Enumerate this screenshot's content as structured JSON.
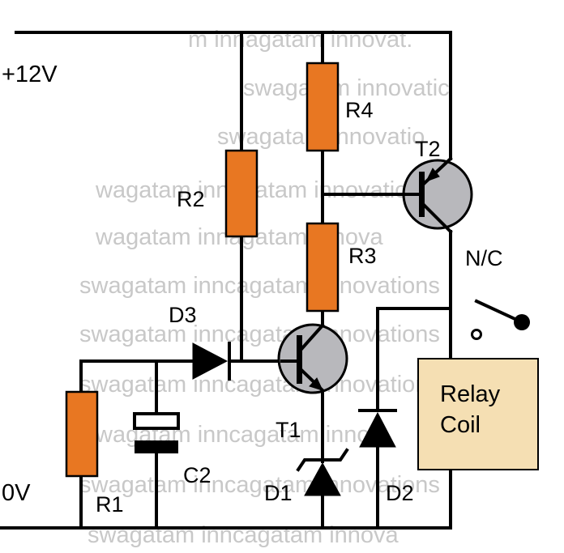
{
  "rails": {
    "positive": "+12V",
    "ground": "0V"
  },
  "components": {
    "r1": "R1",
    "r2": "R2",
    "r3": "R3",
    "r4": "R4",
    "c2": "C2",
    "d1": "D1",
    "d2": "D2",
    "d3": "D3",
    "t1": "T1",
    "t2": "T2",
    "contact": "N/C",
    "relay_line1": "Relay",
    "relay_line2": "Coil"
  },
  "watermarks": [
    "m innagatam innovat.",
    "swagatam innovatic",
    "swagatam innovatio",
    "wagatam innagatam innovatio",
    "wagatam innagatam innova",
    "swagatam inncagatam innovations",
    "swagatam inncagatam innovations",
    "swagatam inncagatam innovations",
    "wagatam inncagatam inno",
    "swagatam inncagatam innovations",
    "swagatam inncagatam innova"
  ],
  "colors": {
    "resistor": "#e87722",
    "transistor": "#b8b8bc",
    "relay_coil": "#f5dfb3",
    "watermark": "#c8c8c8"
  }
}
